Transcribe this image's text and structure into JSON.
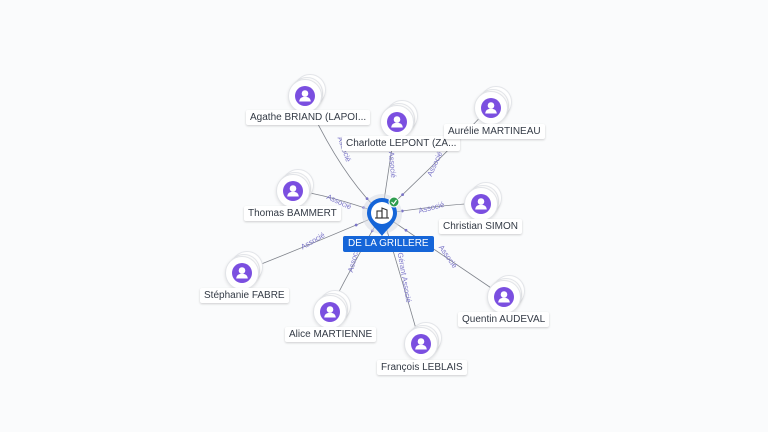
{
  "center": {
    "label": "DE LA GRILLERE",
    "icon": "building-icon",
    "badge_icon": "check-icon"
  },
  "colors": {
    "accent": "#1565d8",
    "avatar": "#7b4fe0",
    "edge": "#555b66",
    "edge_label": "#7a74c8",
    "badge": "#2e9d4f"
  },
  "people": [
    {
      "id": "agathe",
      "name": "Agathe BRIAND (LAPOI...",
      "relation": "Associé"
    },
    {
      "id": "charlotte",
      "name": "Charlotte LEPONT (ZA...",
      "relation": "Associé"
    },
    {
      "id": "aurelie",
      "name": "Aurélie MARTINEAU",
      "relation": "Associé"
    },
    {
      "id": "thomas",
      "name": "Thomas BAMMERT",
      "relation": "Associé"
    },
    {
      "id": "christian",
      "name": "Christian SIMON",
      "relation": "Associé"
    },
    {
      "id": "stephanie",
      "name": "Stéphanie FABRE",
      "relation": "Associé"
    },
    {
      "id": "alice",
      "name": "Alice MARTIENNE",
      "relation": "Associé"
    },
    {
      "id": "quentin",
      "name": "Quentin AUDEVAL",
      "relation": "Associé"
    },
    {
      "id": "francois",
      "name": "François LEBLAIS",
      "relation": "Gérant Associé"
    }
  ]
}
